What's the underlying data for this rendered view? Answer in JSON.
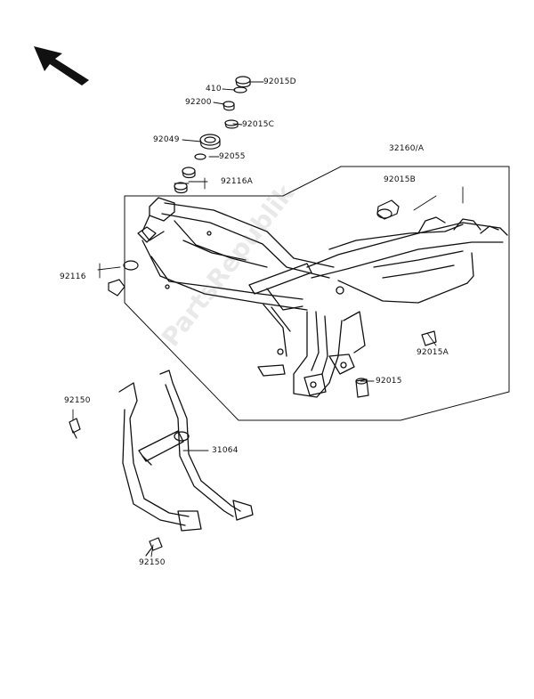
{
  "watermark": "PartsRepublik",
  "labels": {
    "p410": "410",
    "p92015D": "92015D",
    "p92200": "92200",
    "p92015C": "92015C",
    "p92049": "92049",
    "p92055": "92055",
    "p32160A": "32160/A",
    "p92015B": "92015B",
    "p92116A": "92116A",
    "p92116": "92116",
    "p92015A": "92015A",
    "p92015": "92015",
    "p92150_top": "92150",
    "p31064": "31064",
    "p92150_bottom": "92150"
  },
  "colors": {
    "ink": "#111111",
    "background": "#ffffff"
  },
  "icons": {
    "orientation": "arrow-up-left-icon"
  }
}
